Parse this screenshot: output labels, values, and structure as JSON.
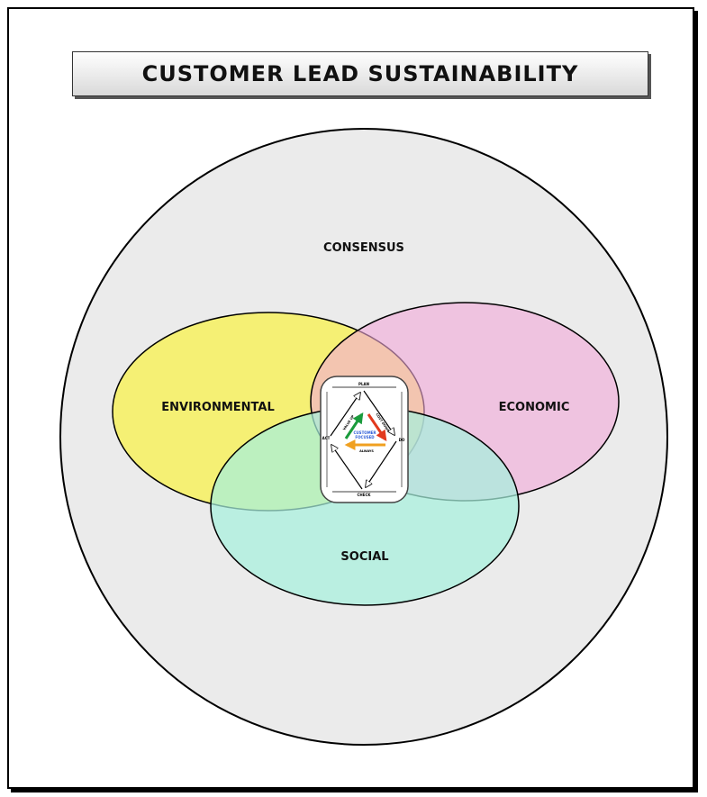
{
  "title": "CUSTOMER LEAD SUSTAINABILITY",
  "outer_label": "CONSENSUS",
  "circles": {
    "environmental": {
      "label": "ENVIRONMENTAL",
      "color": "#f5f06e"
    },
    "economic": {
      "label": "ECONOMIC",
      "color": "#f2a9d8"
    },
    "social": {
      "label": "SOCIAL",
      "color": "#a6f0dd"
    },
    "outer": {
      "color": "#ebebeb"
    }
  },
  "cycle": {
    "plan": "PLAN",
    "do": "DO",
    "check": "CHECK",
    "act": "ACT",
    "value_up": "VALUE UP",
    "cost_down": "COST DOWN",
    "always": "ALWAYS",
    "center": [
      "CUSTOMER",
      "FOCUSED"
    ],
    "colors": {
      "value_up": "#1a9b3c",
      "cost_down": "#e23a1e",
      "always": "#f0a020",
      "center": "#2a5bd7"
    }
  }
}
